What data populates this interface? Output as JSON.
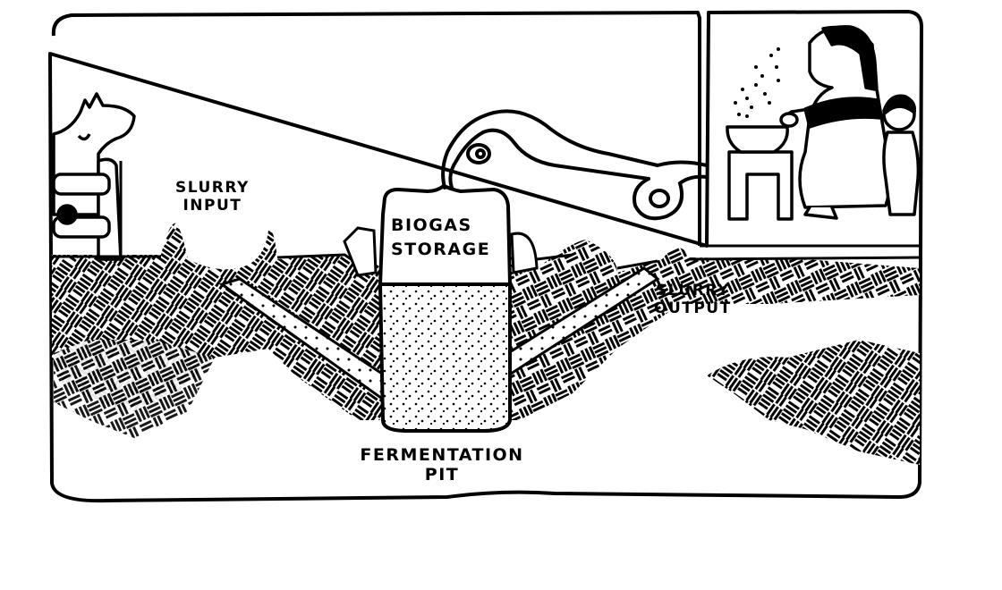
{
  "diagram": {
    "title": "",
    "style": "black-and-white hand-drawn line illustration",
    "colors": {
      "ink": "#000000",
      "paper": "#ffffff"
    },
    "labels": {
      "slurry_input": {
        "line1": "SLURRY",
        "line2": "INPUT"
      },
      "biogas_storage": {
        "line1": "BIOGAS",
        "line2": "STORAGE"
      },
      "slurry_output": {
        "line1": "SLURRY",
        "line2": "OUTPUT"
      },
      "fermentation_pit": {
        "line1": "FERMENTATION",
        "line2": "PIT"
      }
    },
    "components": [
      "cow-in-stall",
      "slurry-input-channel",
      "biogas-storage-dome",
      "fermentation-pit",
      "slurry-output-channel",
      "gas-pipe",
      "cooking-stove",
      "woman-cooking",
      "child"
    ],
    "flow": [
      {
        "from": "slurry-input-channel",
        "to": "fermentation-pit"
      },
      {
        "from": "fermentation-pit",
        "to": "biogas-storage-dome"
      },
      {
        "from": "biogas-storage-dome",
        "to": "cooking-stove",
        "via": "gas-pipe"
      },
      {
        "from": "fermentation-pit",
        "to": "slurry-output-channel"
      }
    ]
  }
}
